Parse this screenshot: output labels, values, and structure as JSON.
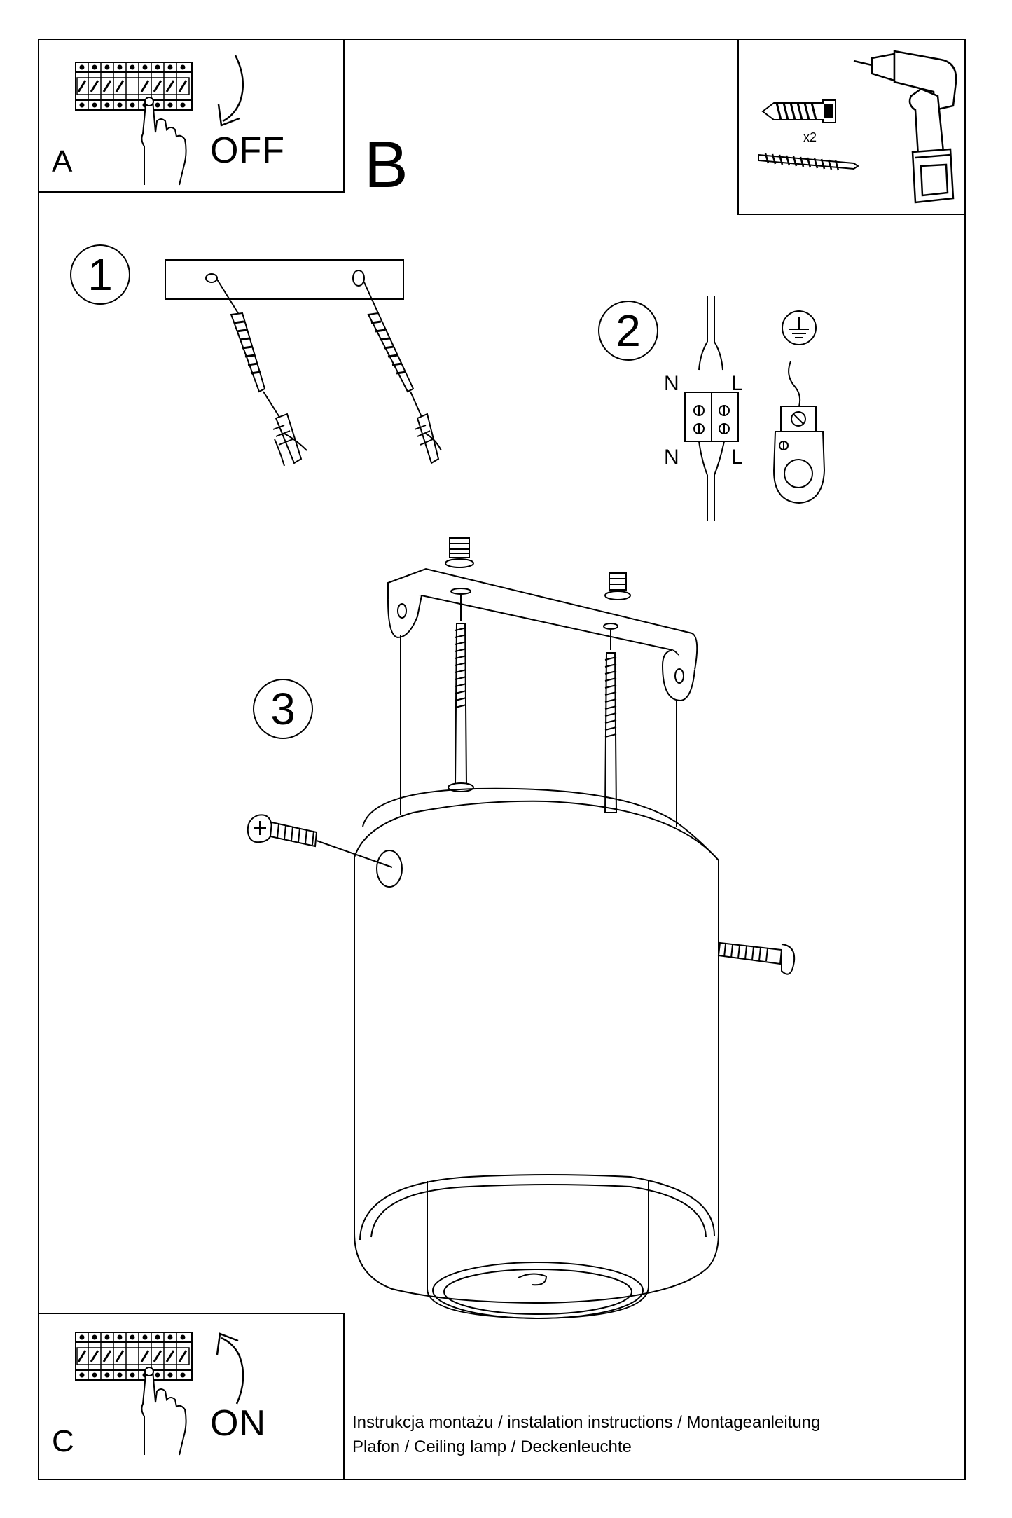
{
  "panels": {
    "a": {
      "letter": "A",
      "action": "OFF"
    },
    "b": {
      "letter": "B"
    },
    "c": {
      "letter": "C",
      "action": "ON"
    }
  },
  "tools": {
    "quantity": "x2"
  },
  "steps": {
    "one": "1",
    "two": "2",
    "three": "3"
  },
  "wiring": {
    "neutral_top": "N",
    "live_top": "L",
    "neutral_bottom": "N",
    "live_bottom": "L"
  },
  "footer": {
    "line1": "Instrukcja montażu / instalation instructions / Montageanleitung",
    "line2": "Plafon / Ceiling lamp / Deckenleuchte"
  },
  "icons": [
    "circuit-breaker-icon",
    "hand-pointer-icon",
    "curved-arrow-down-icon",
    "curved-arrow-up-icon",
    "drill-icon",
    "wall-plug-icon",
    "screw-icon",
    "ground-symbol-icon",
    "terminal-block-icon"
  ]
}
